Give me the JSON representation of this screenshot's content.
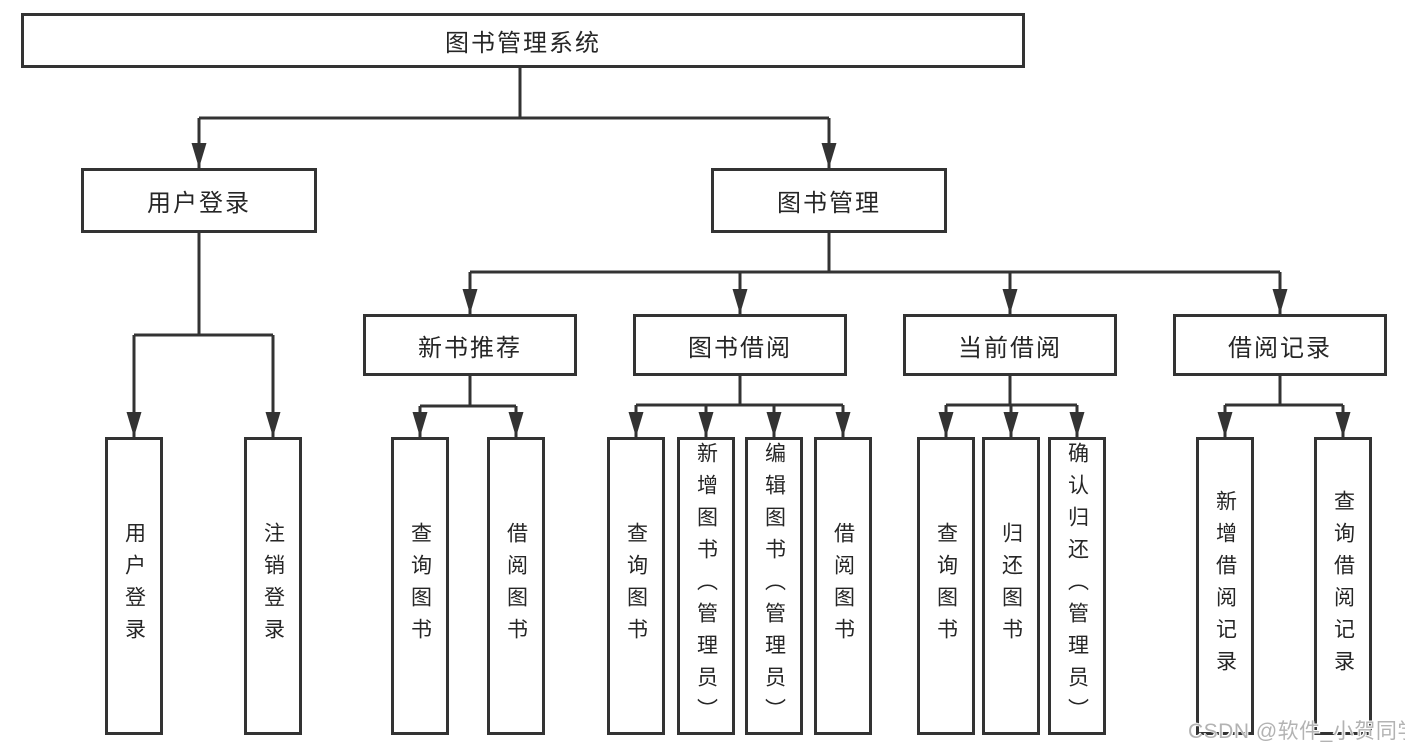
{
  "colors": {
    "line": "#333333",
    "text": "#262626",
    "watermark": "#b3b3b3"
  },
  "watermark": {
    "text": "CSDN @软件_小贺同学"
  },
  "diagram": {
    "root": {
      "label": "图书管理系统"
    },
    "branches": [
      {
        "label": "用户登录",
        "children": [
          {
            "label": "用户登录"
          },
          {
            "label": "注销登录"
          }
        ]
      },
      {
        "label": "图书管理",
        "children": [
          {
            "label": "新书推荐",
            "children": [
              {
                "label": "查询图书"
              },
              {
                "label": "借阅图书"
              }
            ]
          },
          {
            "label": "图书借阅",
            "children": [
              {
                "label": "查询图书"
              },
              {
                "label": "新增图书（管理员）"
              },
              {
                "label": "编辑图书（管理员）"
              },
              {
                "label": "借阅图书"
              }
            ]
          },
          {
            "label": "当前借阅",
            "children": [
              {
                "label": "查询图书"
              },
              {
                "label": "归还图书"
              },
              {
                "label": "确认归还（管理员）"
              }
            ]
          },
          {
            "label": "借阅记录",
            "children": [
              {
                "label": "新增借阅记录"
              },
              {
                "label": "查询借阅记录"
              }
            ]
          }
        ]
      }
    ]
  }
}
